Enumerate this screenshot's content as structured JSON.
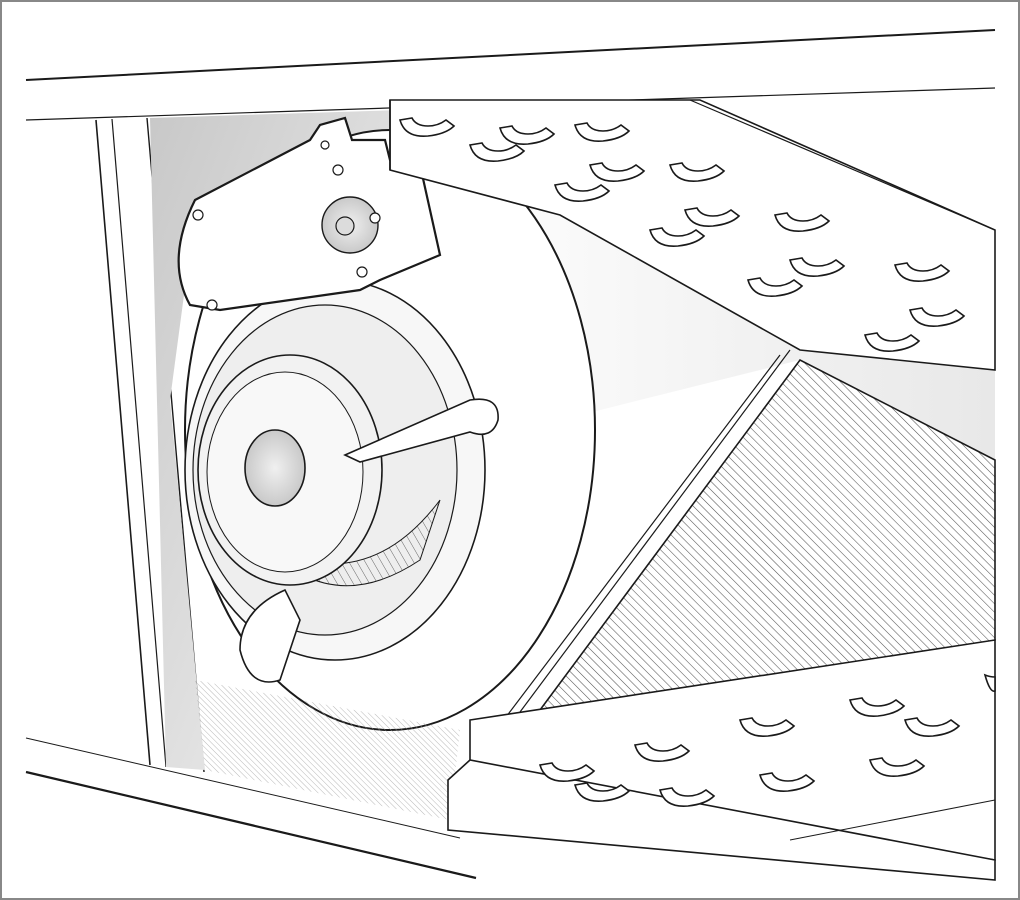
{
  "illustration": {
    "subject": "hvac-blower-and-evaporator-coil",
    "components": [
      "cabinet",
      "blower-housing",
      "blower-motor",
      "motor-mount-bracket",
      "evaporator-coil-upper",
      "evaporator-coil-lower",
      "coil-fins",
      "drain-pan"
    ]
  },
  "colors": {
    "stroke": "#1a1a1a",
    "background": "#ffffff",
    "cabinet_shadow": "#cfcfcf",
    "fin_hatch": "#5a5a5a"
  }
}
